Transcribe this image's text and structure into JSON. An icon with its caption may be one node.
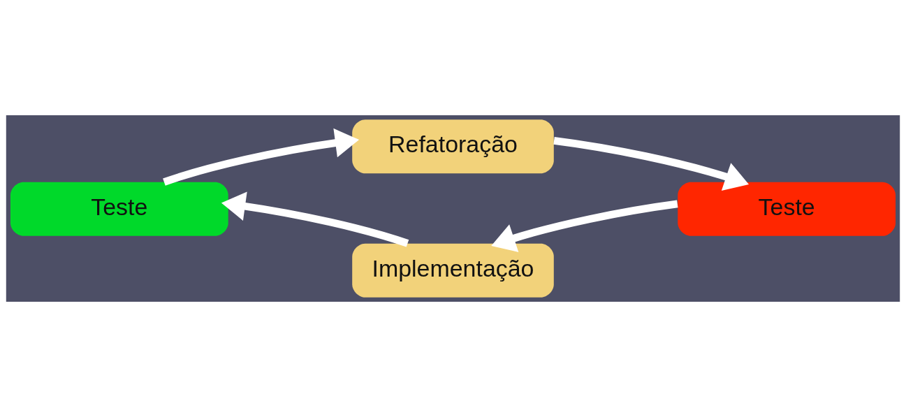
{
  "diagram": {
    "nodes": [
      {
        "text": [
          "Refatoração"
        ]
      },
      {
        "text": [
          "Teste"
        ]
      },
      {
        "text": [
          "Teste"
        ]
      },
      {
        "text": [
          "Implementação"
        ]
      }
    ],
    "edges": [
      {
        "from": 1,
        "to": 0,
        "arrow": "to"
      },
      {
        "from": 0,
        "to": 2,
        "arrow": "to"
      },
      {
        "from": 2,
        "to": 3,
        "arrow": "to"
      },
      {
        "from": 3,
        "to": 1,
        "arrow": "to"
      }
    ]
  }
}
